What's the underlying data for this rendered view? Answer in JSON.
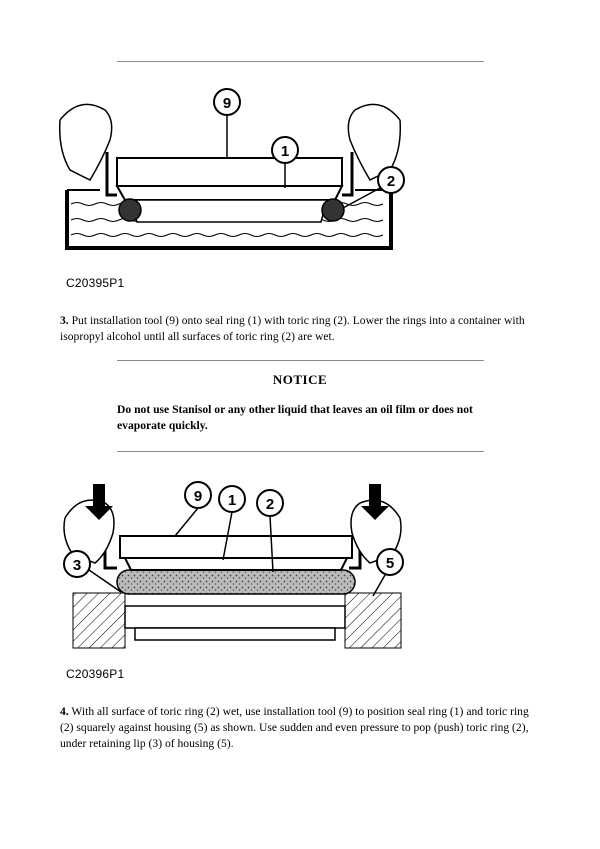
{
  "figure1": {
    "caption": "C20395P1",
    "callouts": [
      "9",
      "1",
      "2"
    ]
  },
  "step3": {
    "number": "3.",
    "text": "Put installation tool (9) onto seal ring (1) with toric ring (2). Lower the rings into a container with isopropyl alcohol until all surfaces of toric ring (2) are wet."
  },
  "notice": {
    "title": "NOTICE",
    "body": "Do not use Stanisol or any other liquid that leaves an oil film or does not evaporate quickly."
  },
  "figure2": {
    "caption": "C20396P1",
    "callouts": [
      "9",
      "1",
      "2",
      "3",
      "5"
    ]
  },
  "step4": {
    "number": "4.",
    "text": "With all surface of toric ring (2) wet, use installation tool (9) to position seal ring (1) and toric ring (2) squarely against housing (5) as shown. Use sudden and even pressure to pop (push) toric ring (2), under retaining lip (3) of housing (5)."
  }
}
